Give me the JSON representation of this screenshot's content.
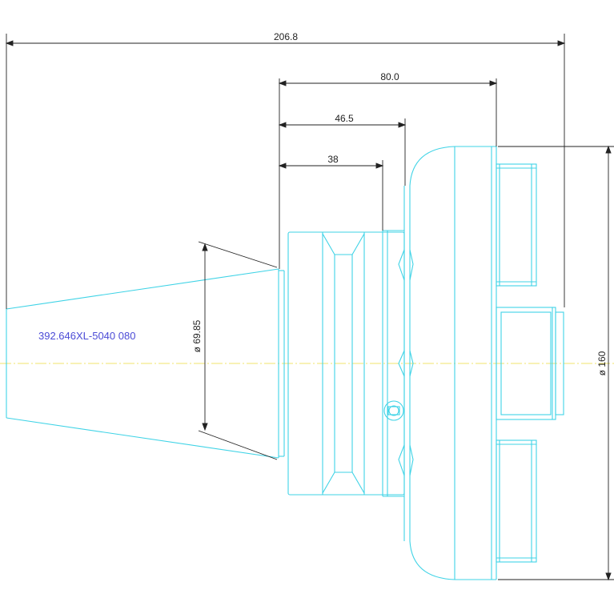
{
  "dimensions": {
    "overall_length": "206.8",
    "body_length": "80.0",
    "flange_to_face": "46.5",
    "flange_depth": "38",
    "taper_diameter": "ø 69.85",
    "body_diameter": "ø 160"
  },
  "part": {
    "code": "392.646XL-5040 080"
  },
  "colors": {
    "geometry": "#3fd3e6",
    "dimension": "#222222",
    "centerline": "#f2e36b",
    "label": "#4b4bd6"
  }
}
